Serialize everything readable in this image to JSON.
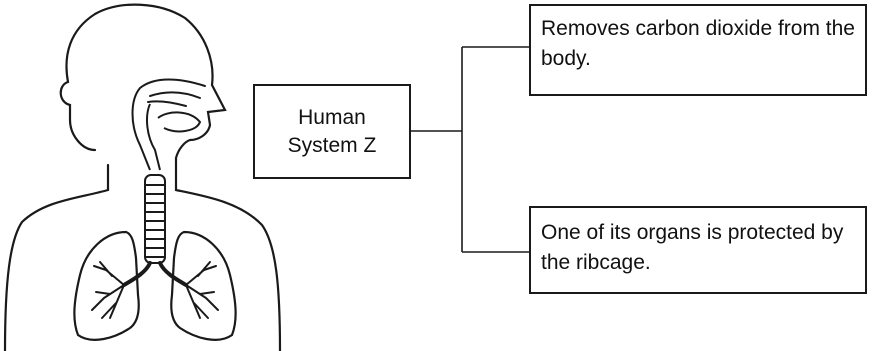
{
  "diagram": {
    "system_label": "Human System Z",
    "facts": [
      "Removes carbon dioxide from the body.",
      "One of its organs is protected by the ribcage."
    ]
  },
  "colors": {
    "ink": "#1a1a1a",
    "background": "#ffffff"
  },
  "icons": {
    "figure": "human-respiratory-system-icon"
  }
}
